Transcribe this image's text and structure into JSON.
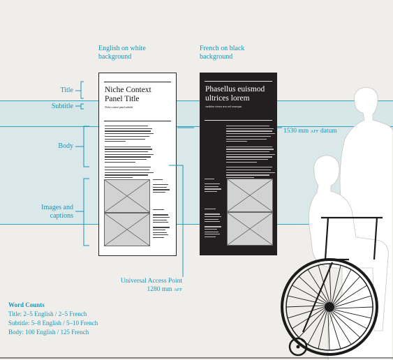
{
  "headers": {
    "english": "English on white background",
    "english_l1": "English on white",
    "english_l2": "background",
    "french_l1": "French on black",
    "french_l2": "background"
  },
  "side_labels": {
    "title": "Title",
    "subtitle": "Subtitle",
    "body": "Body",
    "images_l1": "Images and",
    "images_l2": "captions"
  },
  "datum": {
    "text": "1530 mm",
    "sub": "AFF",
    "suffix": "datum"
  },
  "access_point": {
    "line1": "Universal Access Point",
    "line2": "1280 mm",
    "sub": "AFF"
  },
  "panel_en": {
    "title_l1": "Niche Context",
    "title_l2": "Panel Title",
    "subtitle": "Niche context panel subtitle"
  },
  "panel_fr": {
    "title_l1": "Phasellus euismod",
    "title_l2": "ultrices lorem",
    "subtitle": "curabitur viverra arcu sed consequat"
  },
  "word_counts": {
    "heading": "Word Counts",
    "title": "Title: 2–5 English / 2–5 French",
    "subtitle": "Subtitle: 5–8 English / 5–10 French",
    "body": "Body: 100 English / 125 French"
  },
  "colors": {
    "accent": "#1794b8",
    "band": "#d7e6e7",
    "background": "#f0eeea",
    "figure": "#ffffff",
    "panel_dark": "#231f20"
  }
}
